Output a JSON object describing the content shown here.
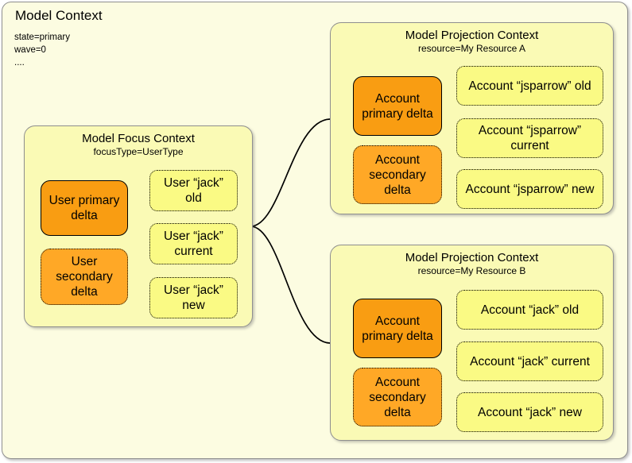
{
  "colors": {
    "outer_bg": "#FCFCE1",
    "context_bg": "#FAFAB5",
    "snapshot_bg": "#FAFA84",
    "delta_primary": "#F99D12",
    "delta_secondary": "#FFA826",
    "context_border": "#8F8F8F",
    "connector": "#000000"
  },
  "model_context": {
    "title": "Model Context",
    "properties": [
      "state=primary",
      "wave=0",
      "...."
    ]
  },
  "focus_context": {
    "title": "Model Focus Context",
    "subtitle": "focusType=UserType",
    "deltas": [
      {
        "label": "User primary delta"
      },
      {
        "label": "User secondary delta"
      }
    ],
    "snapshots": [
      {
        "label": "User “jack” old"
      },
      {
        "label": "User “jack” current"
      },
      {
        "label": "User “jack” new"
      }
    ]
  },
  "projection_a": {
    "title": "Model Projection Context",
    "subtitle": "resource=My Resource A",
    "deltas": [
      {
        "label": "Account primary delta"
      },
      {
        "label": "Account secondary delta"
      }
    ],
    "snapshots": [
      {
        "label": "Account “jsparrow” old"
      },
      {
        "label": "Account “jsparrow” current"
      },
      {
        "label": "Account “jsparrow” new"
      }
    ]
  },
  "projection_b": {
    "title": "Model Projection Context",
    "subtitle": "resource=My Resource B",
    "deltas": [
      {
        "label": "Account primary delta"
      },
      {
        "label": "Account secondary delta"
      }
    ],
    "snapshots": [
      {
        "label": "Account “jack” old"
      },
      {
        "label": "Account “jack” current"
      },
      {
        "label": "Account “jack” new"
      }
    ]
  }
}
